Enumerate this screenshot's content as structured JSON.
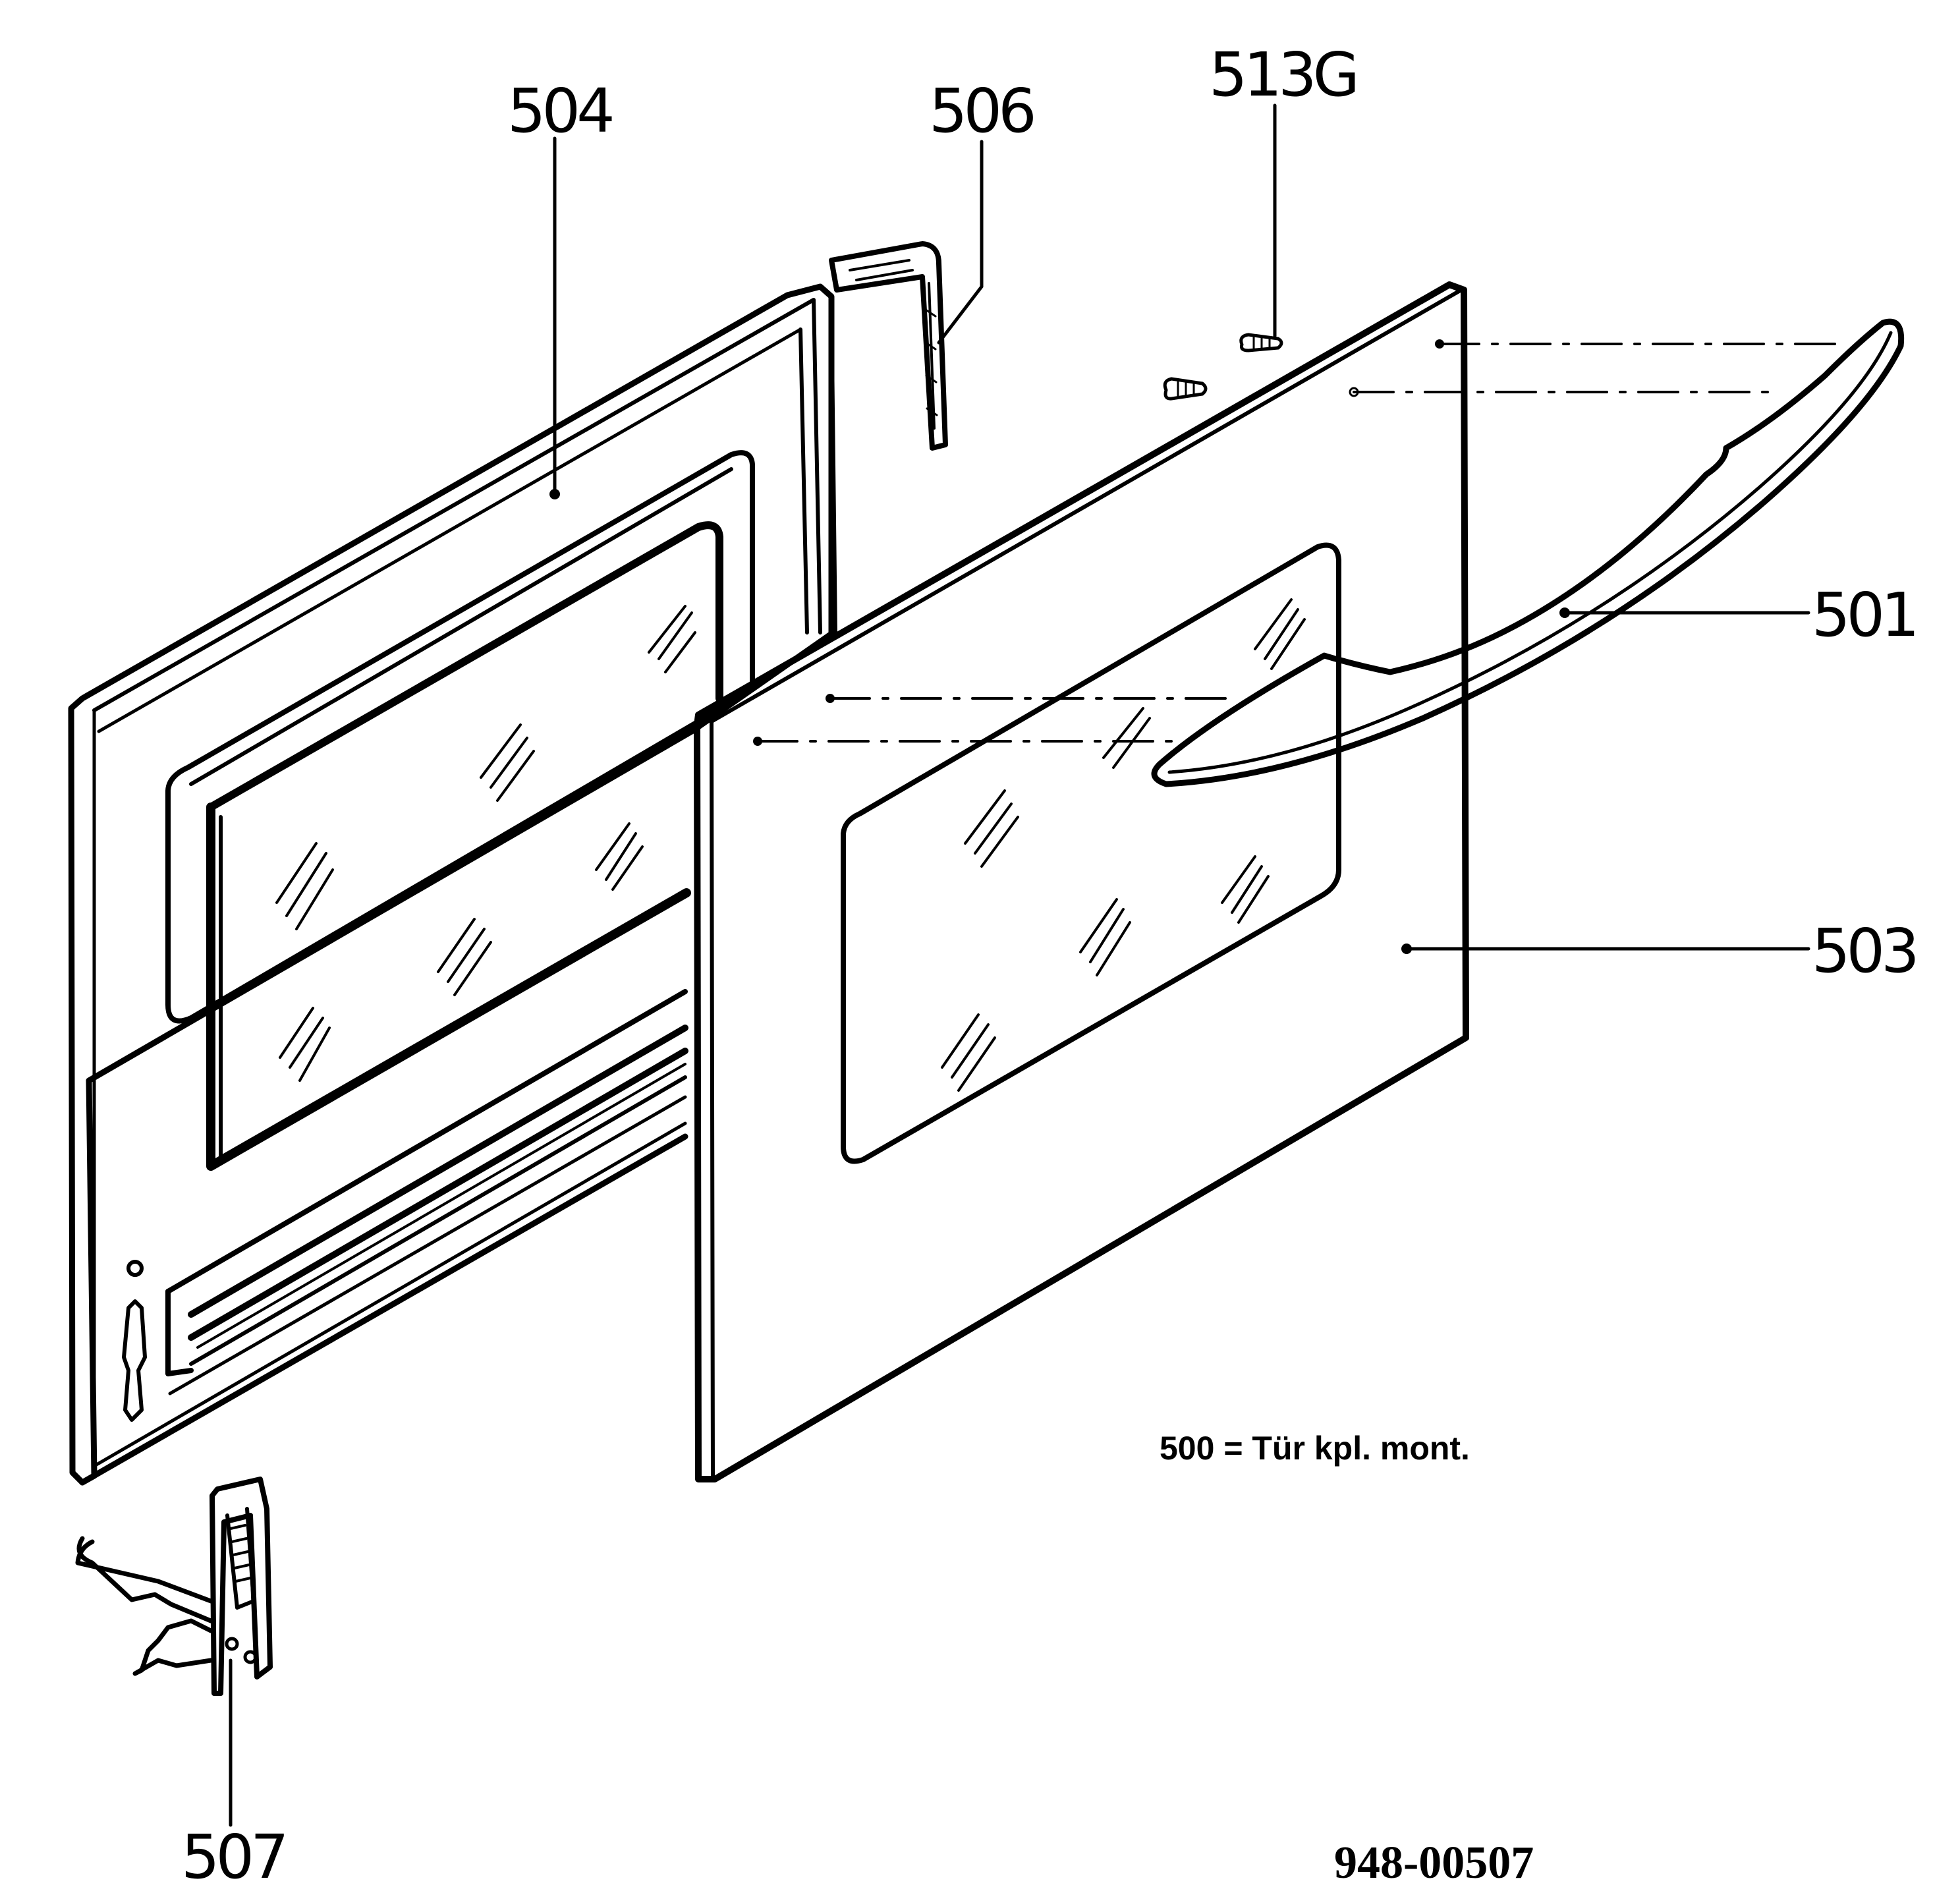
{
  "labels": {
    "p504": "504",
    "p506": "506",
    "p513g": "513G",
    "p501": "501",
    "p503": "503",
    "p507": "507"
  },
  "note": "500 = Tür kpl. mont.",
  "document_number": "948-00507",
  "colors": {
    "line": "#000000",
    "background": "#ffffff"
  }
}
